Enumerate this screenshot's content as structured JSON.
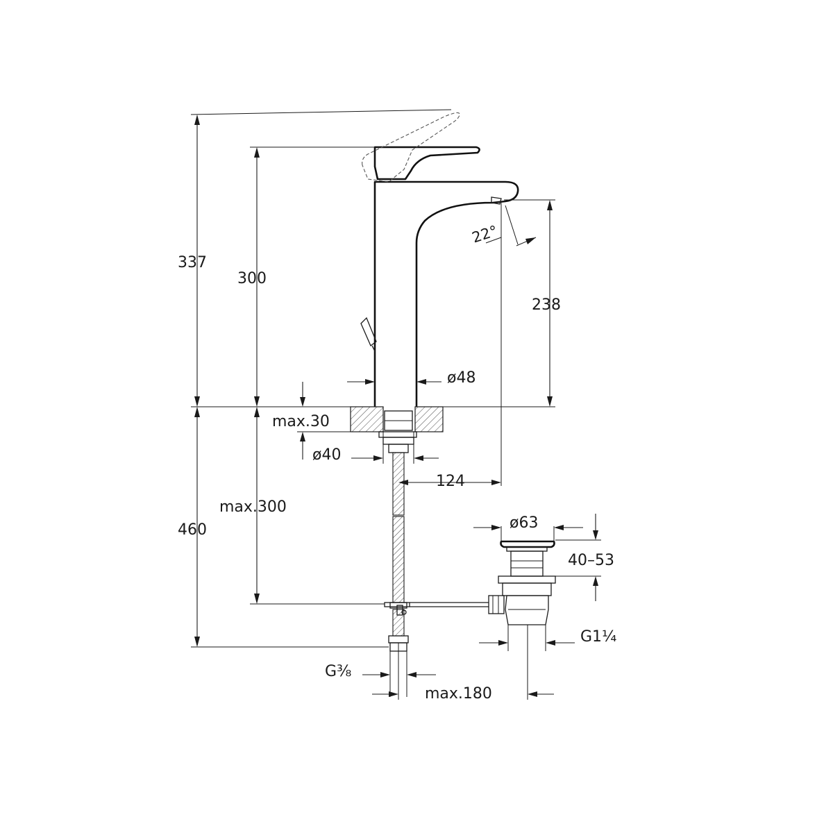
{
  "dimensions": {
    "total_height": "337",
    "handle_height": "300",
    "spout_height": "238",
    "spout_angle": "22°",
    "body_diameter": "ø48",
    "max_deck_thickness": "max.30",
    "hole_diameter": "ø40",
    "spout_projection": "124",
    "max_hose_length": "max.300",
    "below_deck_height": "460",
    "waste_diameter": "ø63",
    "waste_range": "40–53",
    "waste_thread": "G1¼",
    "inlet_thread": "G⅜",
    "max_rod_distance": "max.180"
  },
  "colors": {
    "line": "#1a1a1a",
    "hatch": "#555555",
    "background": "#ffffff"
  }
}
